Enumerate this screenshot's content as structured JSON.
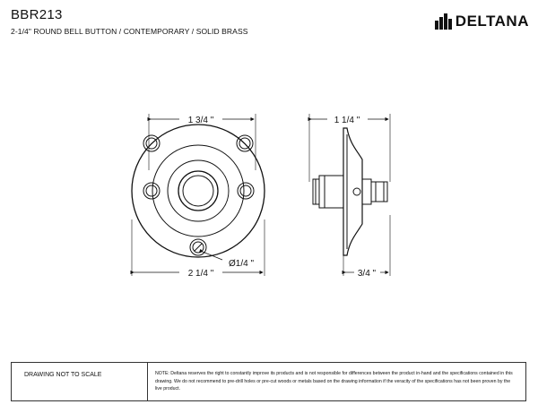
{
  "header": {
    "model": "BBR213",
    "description": "2-1/4\" ROUND BELL BUTTON / CONTEMPORARY / SOLID BRASS",
    "brand": "DELTANA",
    "brand_icon": "deltana-logo-icon"
  },
  "drawing": {
    "front_width_top": "1 3/4 \"",
    "front_width_bottom": "2 1/4 \"",
    "hole_diameter": "Ø1/4 \"",
    "side_width_top": "1 1/4 \"",
    "side_depth_bottom": "3/4 \""
  },
  "footer": {
    "scale_note": "DRAWING NOT TO SCALE",
    "note": "NOTE: Deltana reserves the right to constantly improve its products and is not responsible for differences between the product in-hand and the specifications contained in this drawing.  We do not recommend to pre-drill holes or pre-cut woods or metals based on the drawing information if the veracity of the specifications has not been proven by the live product."
  }
}
